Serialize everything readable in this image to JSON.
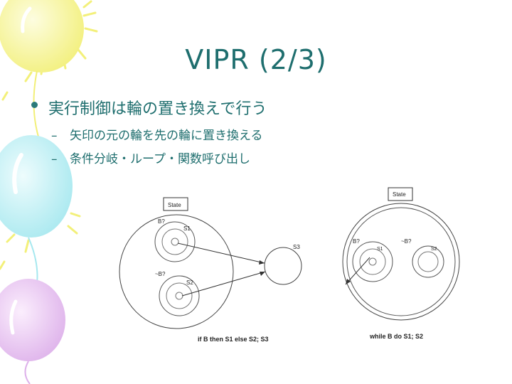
{
  "slide": {
    "title": "VIPR (2/3)",
    "bullet": "実行制御は輪の置き換えで行う",
    "subbullets": [
      {
        "dash": "–",
        "text": "矢印の元の輪を先の輪に置き換える"
      },
      {
        "dash": "–",
        "text": "条件分岐・ループ・関数呼び出し"
      }
    ]
  },
  "figure_if": {
    "state_label": "State",
    "cond_true": "B?",
    "cond_false": "~B?",
    "s1": "S1",
    "s2": "S2",
    "s3": "S3",
    "caption": "if B then S1 else S2; S3"
  },
  "figure_while": {
    "state_label": "State",
    "cond_true": "B?",
    "cond_false": "~B?",
    "s1": "S1",
    "s2": "S2",
    "caption": "while B do S1; S2"
  },
  "colors": {
    "text": "#1e6e6e",
    "balloon_yellow": "#f4f27a",
    "balloon_cyan": "#9fe6ee",
    "balloon_pink": "#e4b8ec"
  }
}
